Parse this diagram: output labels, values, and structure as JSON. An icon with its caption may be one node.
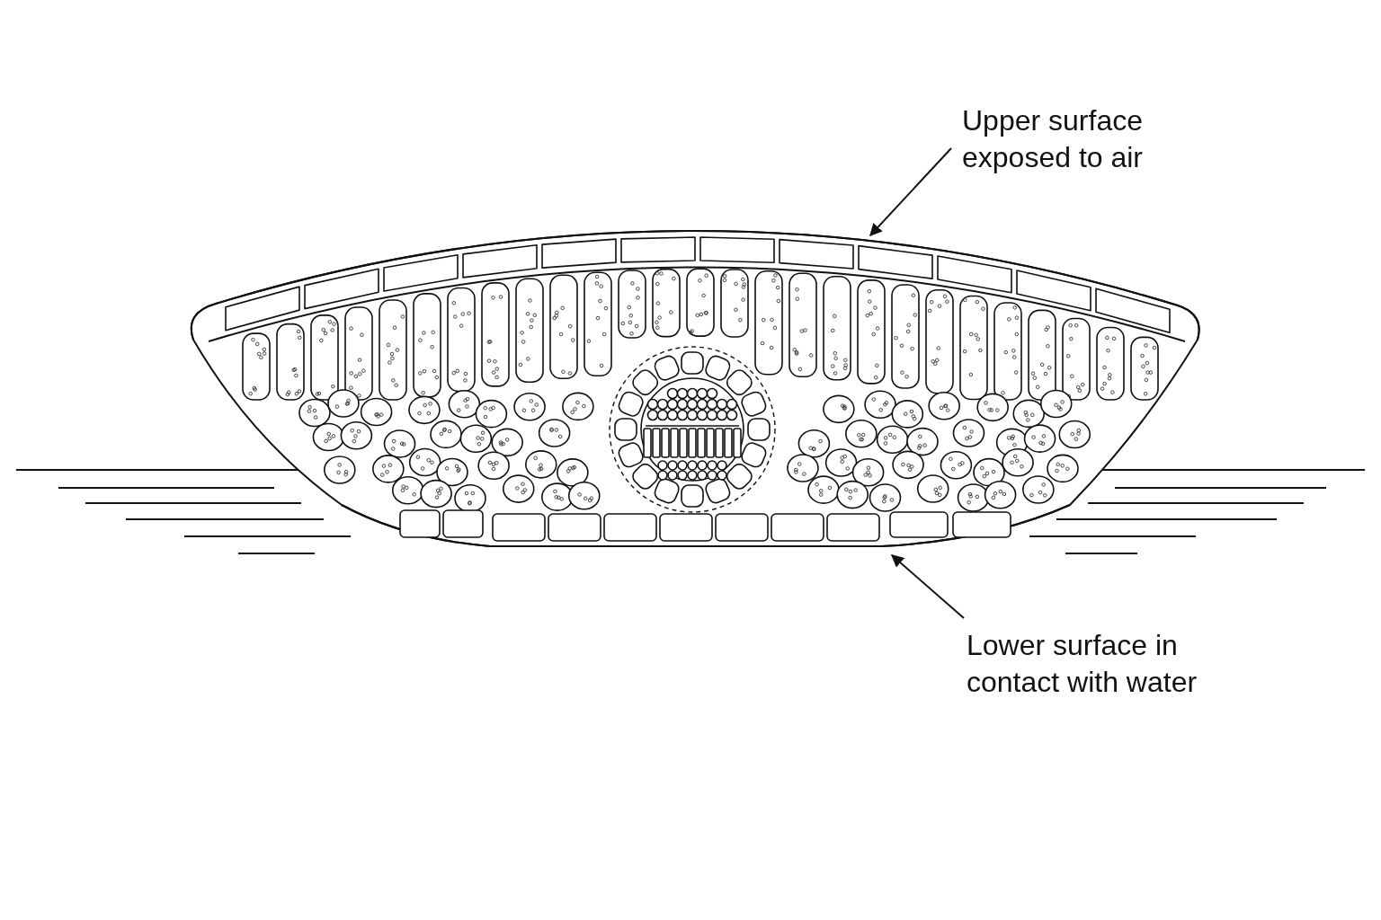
{
  "diagram": {
    "nodes": [
      {
        "text": [
          "Upper surface exposed to air"
        ]
      },
      {
        "text": [
          "Lower surface in contact with water"
        ]
      },
      {
        "text": [],
        "shape": "picture"
      },
      {
        "text": [],
        "shape": "picture"
      }
    ],
    "edges": [
      {
        "from": 0,
        "to": 2,
        "arrow": "to"
      },
      {
        "from": 1,
        "to": 3,
        "arrow": "to"
      }
    ]
  }
}
